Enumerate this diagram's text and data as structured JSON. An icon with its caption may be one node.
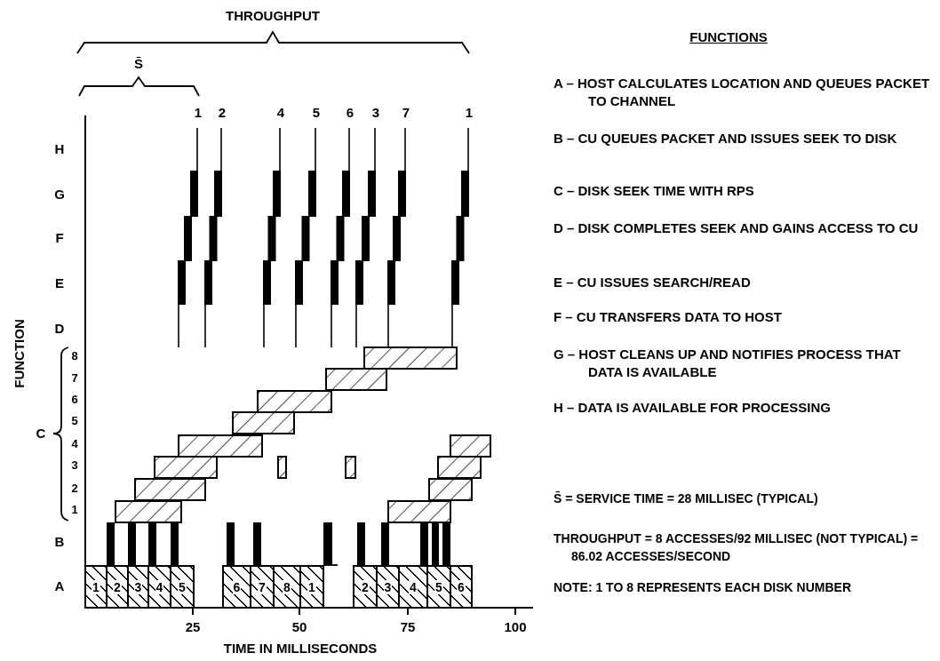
{
  "diagram": {
    "nodes": [
      {
        "text": [
          "1"
        ]
      },
      {
        "text": [
          "2"
        ]
      },
      {
        "text": [
          "3"
        ]
      },
      {
        "text": [
          "4"
        ]
      },
      {
        "text": [
          "5"
        ]
      },
      {
        "text": [
          "6"
        ]
      },
      {
        "text": [
          "7"
        ]
      },
      {
        "text": [
          "8"
        ]
      },
      {
        "text": [
          "1"
        ]
      },
      {
        "text": [
          "2"
        ]
      },
      {
        "text": [
          "3"
        ]
      },
      {
        "text": [
          "4"
        ]
      },
      {
        "text": [
          "5"
        ]
      },
      {
        "text": [
          "6"
        ]
      }
    ],
    "labels": [
      "THROUGHPUT",
      "S̄",
      "FUNCTIONS",
      "1",
      "2",
      "4",
      "5",
      "6",
      "3",
      "7",
      "1",
      "H",
      "G",
      "F",
      "E",
      "D",
      "FUNCTION",
      "8",
      "7",
      "6",
      "5",
      "C",
      "4",
      "3",
      "2",
      "1",
      "B",
      "A",
      "25",
      "50",
      "75",
      "100",
      "TIME IN MILLISECONDS",
      "A – HOST CALCULATES LOCATION AND QUEUES PACKET TO CHANNEL",
      "B – CU QUEUES PACKET AND ISSUES SEEK TO DISK",
      "C – DISK SEEK TIME WITH RPS",
      "D – DISK COMPLETES SEEK AND GAINS ACCESS TO CU",
      "E – CU ISSUES SEARCH/READ",
      "F – CU TRANSFERS DATA TO HOST",
      "G – HOST CLEANS UP AND NOTIFIES PROCESS THAT DATA IS AVAILABLE",
      "H – DATA IS AVAILABLE FOR PROCESSING",
      "S̄ = SERVICE TIME = 28 MILLISEC (TYPICAL)",
      "THROUGHPUT = 8 ACCESSES/92 MILLISEC (NOT TYPICAL) = 86.02 ACCESSES/SECOND",
      "NOTE: 1 TO 8 REPRESENTS EACH DISK NUMBER"
    ]
  }
}
